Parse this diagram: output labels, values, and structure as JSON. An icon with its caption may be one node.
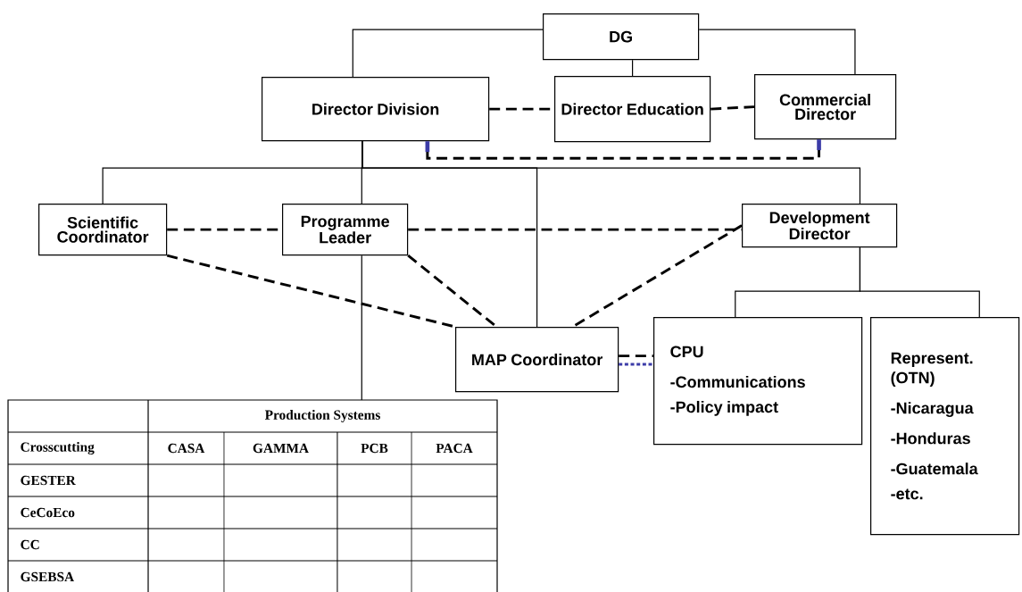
{
  "diagram": {
    "nodes": [
      {
        "text": [
          "DG"
        ]
      },
      {
        "text": [
          "Director Division"
        ]
      },
      {
        "text": [
          "Director Education"
        ]
      },
      {
        "text": [
          "Commercial Director"
        ]
      },
      {
        "text": [
          "Scientific Coordinator"
        ]
      },
      {
        "text": [
          "Programme Leader"
        ]
      },
      {
        "text": [
          "Development Director"
        ]
      },
      {
        "text": [
          "MAP Coordinator"
        ]
      },
      {
        "text": [
          "CPU",
          "-Communications",
          "-Policy impact"
        ]
      },
      {
        "text": [
          "Represent. (OTN)",
          "-Nicaragua",
          "-Honduras",
          "-Guatemala",
          "-etc."
        ]
      },
      {
        "text": [
          "Production Systems",
          "Crosscutting",
          "CASA",
          "GAMMA",
          "PCB",
          "PACA",
          "GESTER",
          "CeCoEco",
          "CC",
          "GSEBSA"
        ]
      }
    ],
    "edges": [
      {
        "from": 0,
        "to": 1,
        "arrow": "none"
      },
      {
        "from": 0,
        "to": 2,
        "arrow": "none"
      },
      {
        "from": 0,
        "to": 3,
        "arrow": "none"
      },
      {
        "from": 1,
        "to": 4,
        "arrow": "none"
      },
      {
        "from": 1,
        "to": 5,
        "arrow": "none"
      },
      {
        "from": 1,
        "to": 7,
        "arrow": "none"
      },
      {
        "from": 1,
        "to": 6,
        "arrow": "none"
      },
      {
        "from": 6,
        "to": 8,
        "arrow": "none"
      },
      {
        "from": 6,
        "to": 9,
        "arrow": "none"
      },
      {
        "from": 5,
        "to": 10,
        "arrow": "none"
      },
      {
        "from": 1,
        "to": 2,
        "arrow": "none",
        "style": "dashed"
      },
      {
        "from": 2,
        "to": 3,
        "arrow": "none",
        "style": "dashed"
      },
      {
        "from": 1,
        "to": 3,
        "arrow": "other",
        "style": "dashed"
      },
      {
        "from": 4,
        "to": 5,
        "arrow": "none",
        "style": "dashed"
      },
      {
        "from": 5,
        "to": 6,
        "arrow": "none",
        "style": "dashed"
      },
      {
        "from": 4,
        "to": 7,
        "arrow": "none",
        "style": "dashed"
      },
      {
        "from": 5,
        "to": 7,
        "arrow": "none",
        "style": "dashed"
      },
      {
        "from": 6,
        "to": 7,
        "arrow": "none",
        "style": "dashed"
      },
      {
        "from": 7,
        "to": 8,
        "arrow": "none",
        "style": "dashed"
      },
      {
        "from": 7,
        "to": 8,
        "arrow": "none",
        "style": "dashed",
        "color": "#3c3ca8"
      }
    ]
  }
}
